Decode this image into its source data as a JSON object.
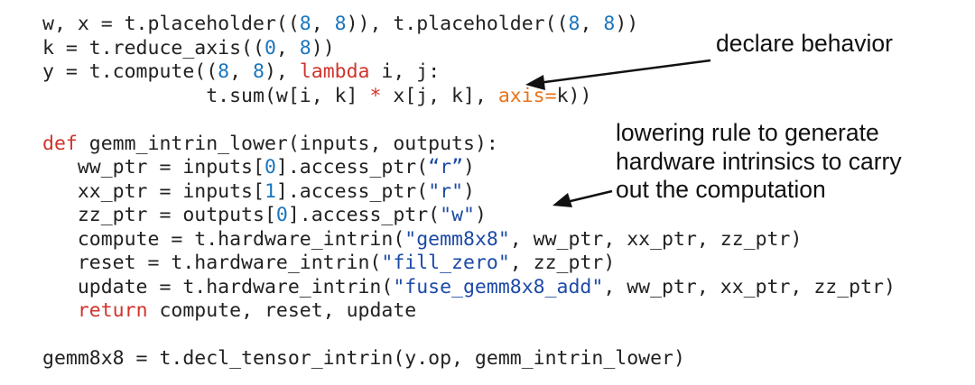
{
  "code_lines": [
    [
      [
        "t",
        "w, x = t.placeholder(("
      ],
      [
        "n",
        "8"
      ],
      [
        "t",
        ", "
      ],
      [
        "n",
        "8"
      ],
      [
        "t",
        ")), t.placeholder(("
      ],
      [
        "n",
        "8"
      ],
      [
        "t",
        ", "
      ],
      [
        "n",
        "8"
      ],
      [
        "t",
        "))"
      ]
    ],
    [
      [
        "t",
        "k = t.reduce_axis(("
      ],
      [
        "n",
        "0"
      ],
      [
        "t",
        ", "
      ],
      [
        "n",
        "8"
      ],
      [
        "t",
        "))"
      ]
    ],
    [
      [
        "t",
        "y = t.compute(("
      ],
      [
        "n",
        "8"
      ],
      [
        "t",
        ", "
      ],
      [
        "n",
        "8"
      ],
      [
        "t",
        "), "
      ],
      [
        "k",
        "lambda"
      ],
      [
        "t",
        " i, j:"
      ]
    ],
    [
      [
        "t",
        "              t.sum(w[i, k] "
      ],
      [
        "s",
        "*"
      ],
      [
        "t",
        " x[j, k], "
      ],
      [
        "a",
        "axis"
      ],
      [
        "a",
        "="
      ],
      [
        "t",
        "k))"
      ]
    ],
    [
      [
        "t",
        ""
      ]
    ],
    [
      [
        "k",
        "def"
      ],
      [
        "t",
        " gemm_intrin_lower(inputs, outputs):"
      ]
    ],
    [
      [
        "t",
        "   ww_ptr = inputs["
      ],
      [
        "n",
        "0"
      ],
      [
        "t",
        "].access_ptr("
      ],
      [
        "q",
        "“r”"
      ],
      [
        "t",
        ")"
      ]
    ],
    [
      [
        "t",
        "   xx_ptr = inputs["
      ],
      [
        "n",
        "1"
      ],
      [
        "t",
        "].access_ptr("
      ],
      [
        "q",
        "\"r\""
      ],
      [
        "t",
        ")"
      ]
    ],
    [
      [
        "t",
        "   zz_ptr = outputs["
      ],
      [
        "n",
        "0"
      ],
      [
        "t",
        "].access_ptr("
      ],
      [
        "q",
        "\"w\""
      ],
      [
        "t",
        ")"
      ]
    ],
    [
      [
        "t",
        "   compute = t.hardware_intrin("
      ],
      [
        "q",
        "\"gemm8x8\""
      ],
      [
        "t",
        ", ww_ptr, xx_ptr, zz_ptr)"
      ]
    ],
    [
      [
        "t",
        "   reset = t.hardware_intrin("
      ],
      [
        "q",
        "\"fill_zero\""
      ],
      [
        "t",
        ", zz_ptr)"
      ]
    ],
    [
      [
        "t",
        "   update = t.hardware_intrin("
      ],
      [
        "q",
        "\"fuse_gemm8x8_add\""
      ],
      [
        "t",
        ", ww_ptr, xx_ptr, zz_ptr)"
      ]
    ],
    [
      [
        "t",
        "   "
      ],
      [
        "k",
        "return"
      ],
      [
        "t",
        " compute, reset, update"
      ]
    ],
    [
      [
        "t",
        ""
      ]
    ],
    [
      [
        "t",
        "gemm8x8 = t.decl_tensor_intrin(y.op, gemm_intrin_lower)"
      ]
    ]
  ],
  "annotations": {
    "declare": "declare behavior",
    "lowering": [
      "lowering rule to generate",
      "hardware intrinsics to carry",
      "out the computation"
    ]
  },
  "colors": {
    "text": "#222222",
    "number": "#1b75bc",
    "keyword": "#d0342c",
    "argument": "#e8731a",
    "string": "#1c4aa6",
    "arrow": "#111111"
  }
}
